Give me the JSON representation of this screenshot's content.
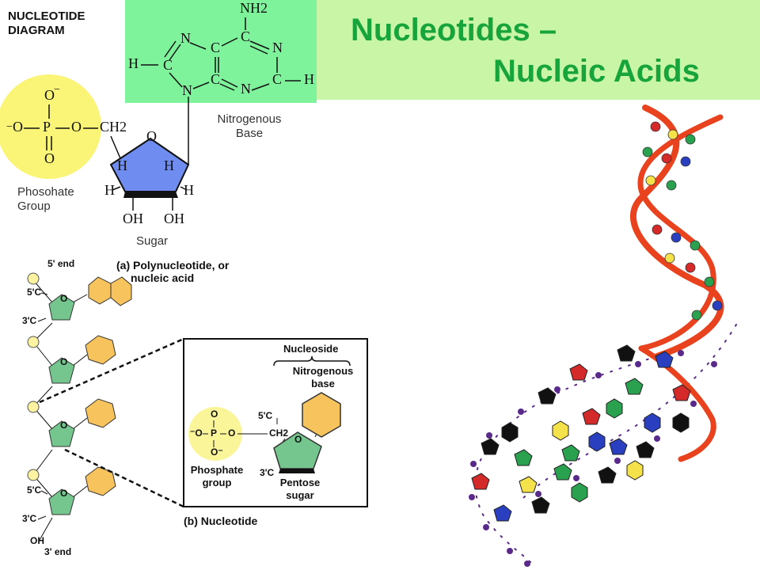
{
  "header": {
    "corner_title": [
      "NUCLEOTIDE",
      "DIAGRAM"
    ],
    "title_line1": "Nucleotides –",
    "title_line2": "Nucleic Acids"
  },
  "top_diagram": {
    "nitrogenous_base_label": [
      "Nitrogenous",
      "Base"
    ],
    "phosphate_label": [
      "Phosohate",
      "Group"
    ],
    "sugar_label": "Sugar",
    "atoms": {
      "nh2": "NH2",
      "n": "N",
      "c": "C",
      "h": "H",
      "o": "O",
      "ch2": "CH2",
      "o_minus": "O",
      "oh": "OH",
      "p": "P",
      "minus": "−"
    }
  },
  "polynucleotide": {
    "caption_a": [
      "(a) Polynucleotide, or",
      "nucleic acid"
    ],
    "five_end": "5' end",
    "three_end": "3' end",
    "five_c": "5'C",
    "three_c": "3'C",
    "oh": "OH",
    "o": "O",
    "caption_b": "(b) Nucleotide"
  },
  "nucleotide_box": {
    "nucleoside": "Nucleoside",
    "nitrogenous_base": [
      "Nitrogenous",
      "base"
    ],
    "five_c": "5'C",
    "ch2": "CH2",
    "o": "O",
    "three_c": "3'C",
    "phosphate_group": [
      "Phosphate",
      "group"
    ],
    "pentose_sugar": [
      "Pentose",
      "sugar"
    ],
    "phosphate_atoms": {
      "o_top": "O",
      "o_left": "⁻O",
      "p": "P",
      "o_right": "O",
      "o_bottom": "O⁻"
    }
  },
  "colors": {
    "title_green": "#17a43a",
    "title_band": "#c9f5a6",
    "base_band": "#7ff29c",
    "phosphate_yellow": "#fbf577",
    "sugar_blue": "#6f8df0",
    "sugar_green": "#74c68e",
    "base_orange": "#f7c35c",
    "helix_red": "#e8431e",
    "backbone_purple": "#5a2a8a"
  }
}
